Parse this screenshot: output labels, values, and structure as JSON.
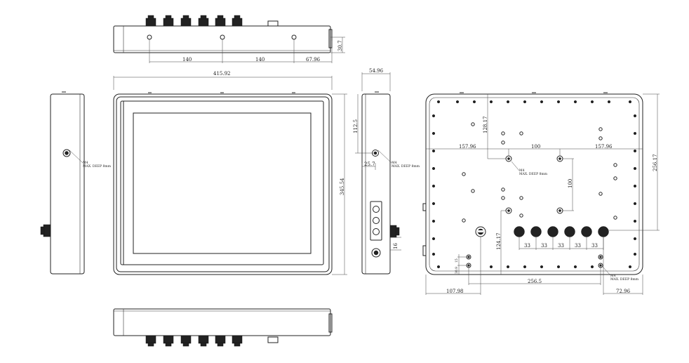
{
  "dimensions": {
    "top_spacing_1": "140",
    "top_spacing_2": "140",
    "top_right_offset": "67.96",
    "top_side_height": "30.7",
    "front_width": "415.92",
    "front_height": "345.54",
    "side_depth": "54.96",
    "side_vertical_offset": "112.5",
    "side_horizontal_offset": "25.7",
    "side_bottom_offset": "16",
    "rear_height_upper": "128.17",
    "rear_left_span": "157.96",
    "rear_vesa_h": "100",
    "rear_right_span": "157.96",
    "rear_vesa_v": "100",
    "rear_total_height": "256.17",
    "rear_lower_height": "124.17",
    "connector_pitch": [
      "33",
      "33",
      "33",
      "33",
      "33"
    ],
    "rear_left_small_a": "15",
    "rear_left_small_b": "30.9",
    "rear_bottom_left": "107.98",
    "rear_bottom_span": "256.5",
    "rear_bottom_right": "72.96"
  },
  "notes": {
    "screw_line1": "M4",
    "screw_line2": "MAX. DEEP 8mm"
  }
}
